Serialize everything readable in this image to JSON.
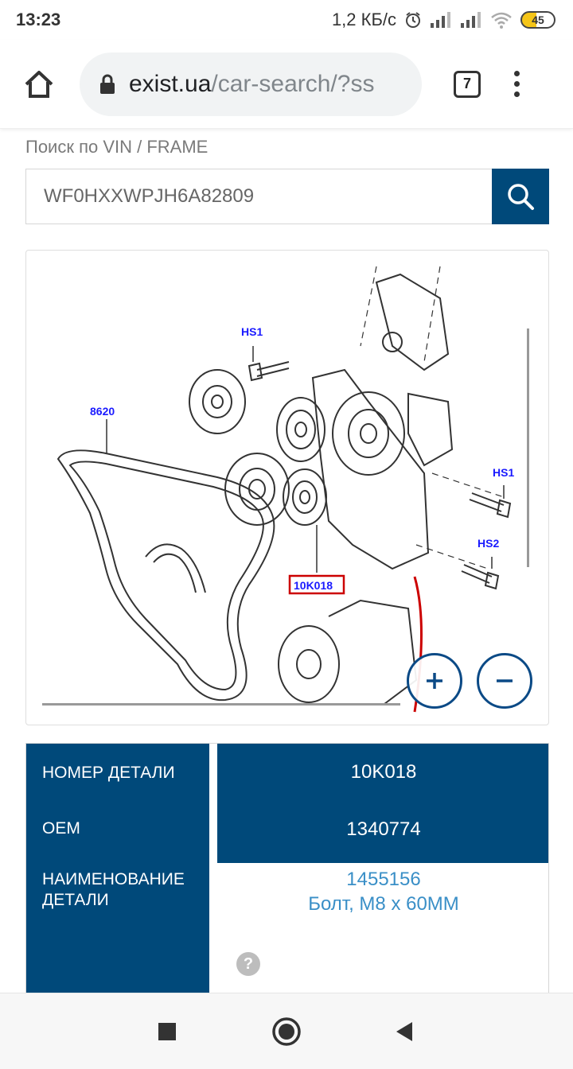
{
  "status": {
    "time": "13:23",
    "speed": "1,2 КБ/с",
    "battery": "45"
  },
  "browser": {
    "url_host": "exist.ua",
    "url_path": "/car-search/?ss",
    "tab_count": "7"
  },
  "search": {
    "label": "Поиск по VIN / FRAME",
    "value": "WF0HXXWPJH6A82809"
  },
  "diagram": {
    "callouts": {
      "belt": "8620",
      "hs1_top": "HS1",
      "hs1_right": "HS1",
      "hs2": "HS2",
      "tensioner": "10K018"
    },
    "highlight_color": "#cc0000",
    "callout_color": "#1a1aff"
  },
  "details": {
    "part_number_label": "НОМЕР ДЕТАЛИ",
    "part_number": "10K018",
    "oem_label": "OEM",
    "oem": "1340774",
    "name_label": "НАИМЕНОВАНИЕ ДЕТАЛИ",
    "name_code": "1455156",
    "name_text": "Болт, M8 x 60MM",
    "help": "?"
  },
  "colors": {
    "brand": "#00497a",
    "link": "#3a8fc7"
  }
}
